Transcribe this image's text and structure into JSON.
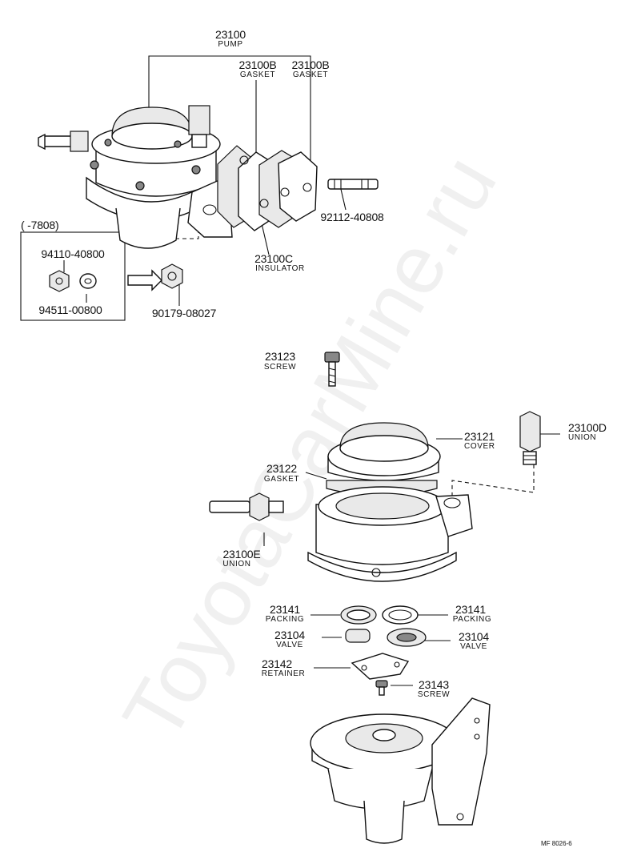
{
  "watermark": "ToyotaCarMine.ru",
  "drawing_code": "MF  8026-6",
  "inset_range": "(      -7808)",
  "parts": [
    {
      "number": "23100",
      "name": "PUMP"
    },
    {
      "number": "23100B",
      "name": "GASKET"
    },
    {
      "number": "23100B",
      "name": "GASKET"
    },
    {
      "number": "92112-40808",
      "name": ""
    },
    {
      "number": "23100C",
      "name": "INSULATOR"
    },
    {
      "number": "94110-40800",
      "name": ""
    },
    {
      "number": "94511-00800",
      "name": ""
    },
    {
      "number": "90179-08027",
      "name": ""
    },
    {
      "number": "23123",
      "name": "SCREW"
    },
    {
      "number": "23121",
      "name": "COVER"
    },
    {
      "number": "23100D",
      "name": "UNION"
    },
    {
      "number": "23122",
      "name": "GASKET"
    },
    {
      "number": "23100E",
      "name": "UNION"
    },
    {
      "number": "23141",
      "name": "PACKING"
    },
    {
      "number": "23141",
      "name": "PACKING"
    },
    {
      "number": "23104",
      "name": "VALVE"
    },
    {
      "number": "23104",
      "name": "VALVE"
    },
    {
      "number": "23142",
      "name": "RETAINER"
    },
    {
      "number": "23143",
      "name": "SCREW"
    }
  ]
}
